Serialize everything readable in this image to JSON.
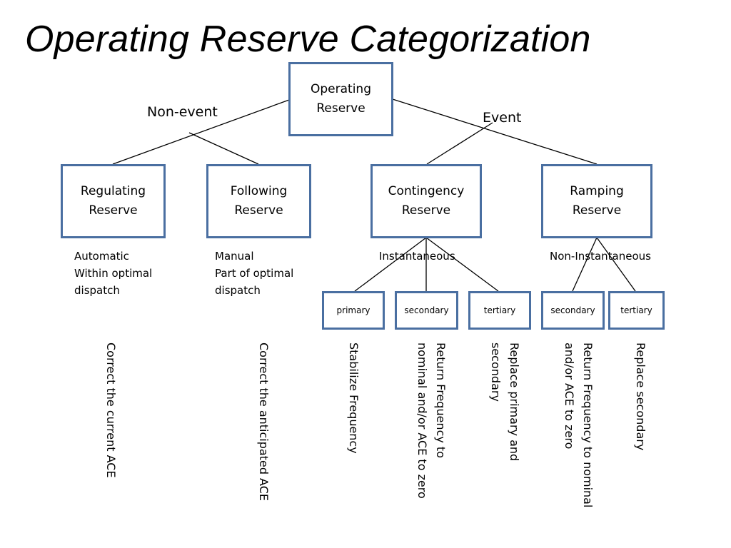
{
  "title": "Operating Reserve Categorization",
  "root": {
    "line1": "Operating",
    "line2": "Reserve"
  },
  "branches": {
    "left": "Non-event",
    "right": "Event"
  },
  "categories": [
    {
      "line1": "Regulating",
      "line2": "Reserve"
    },
    {
      "line1": "Following",
      "line2": "Reserve"
    },
    {
      "line1": "Contingency",
      "line2": "Reserve"
    },
    {
      "line1": "Ramping",
      "line2": "Reserve"
    }
  ],
  "notes": {
    "regulating": [
      "Automatic",
      "Within optimal",
      "dispatch"
    ],
    "following": [
      "Manual",
      "Part of optimal",
      "dispatch"
    ],
    "contingency": "Instantaneous",
    "ramping": "Non-Instantaneous"
  },
  "sub_boxes": {
    "contingency": [
      "primary",
      "secondary",
      "tertiary"
    ],
    "ramping": [
      "secondary",
      "tertiary"
    ]
  },
  "descriptions": {
    "regulating": [
      "Correct the current ACE"
    ],
    "following": [
      "Correct the anticipated ACE"
    ],
    "contingency_primary": [
      "Stabilize Frequency"
    ],
    "contingency_secondary": [
      "Return Frequency to",
      "nominal and/or ACE to zero"
    ],
    "contingency_tertiary": [
      "Replace primary and",
      "secondary"
    ],
    "ramping_secondary": [
      "Return Frequency to nominal",
      "and/or ACE to zero"
    ],
    "ramping_tertiary": [
      "Replace secondary"
    ]
  },
  "colors": {
    "box_border": "#4a6fa1",
    "line": "#000000"
  }
}
